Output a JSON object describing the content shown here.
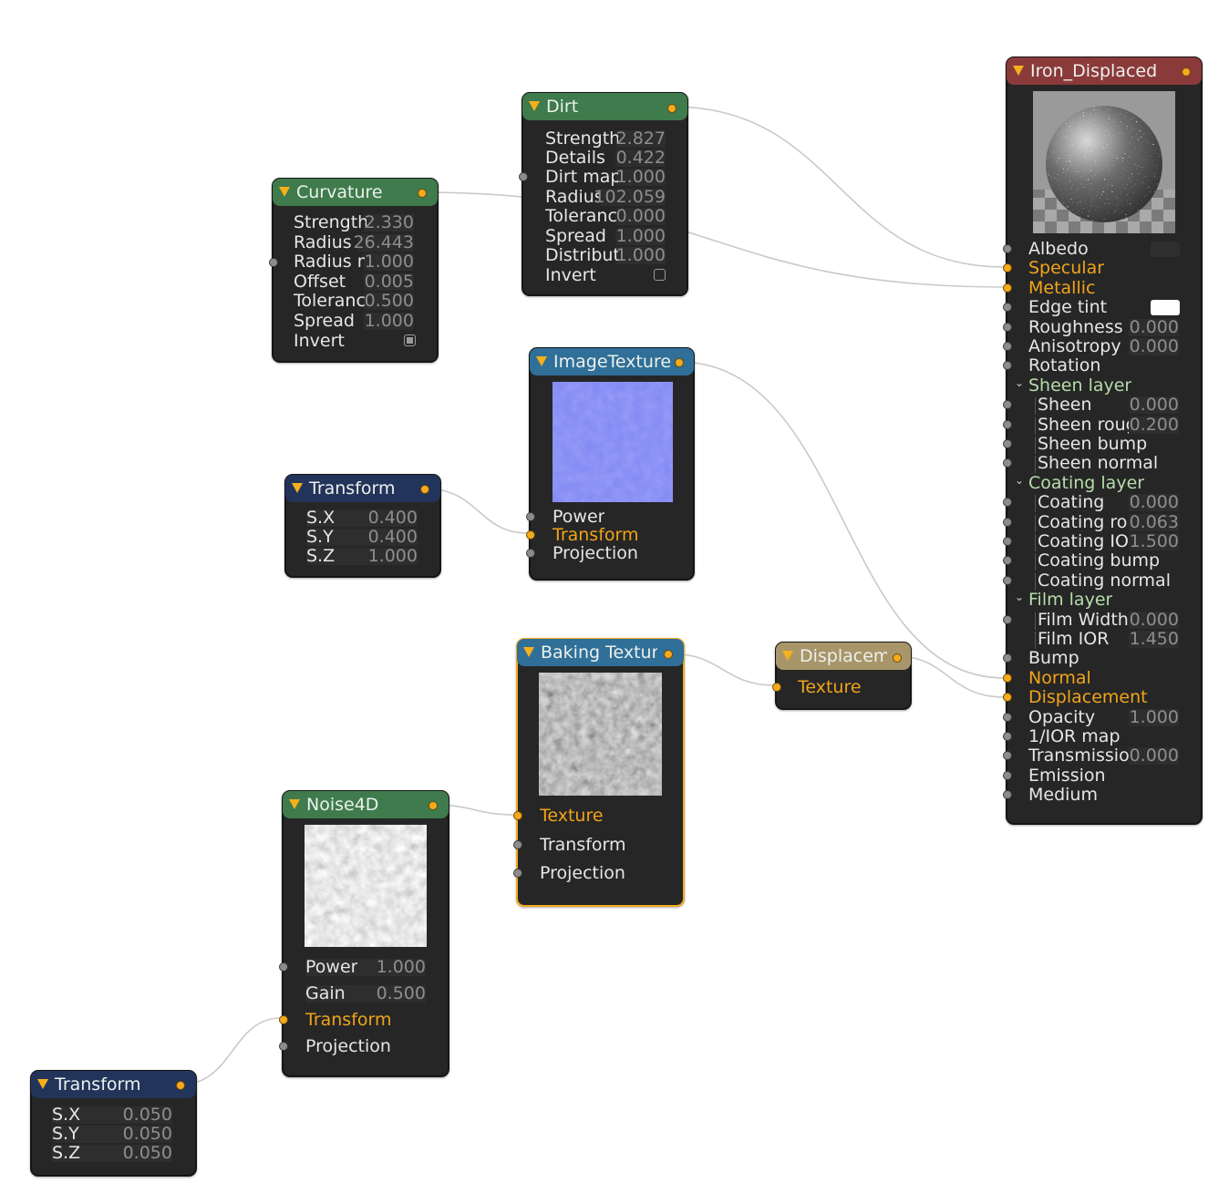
{
  "nodes": {
    "dirt": {
      "title": "Dirt",
      "params": [
        {
          "label": "Strength",
          "value": "2.827"
        },
        {
          "label": "Details",
          "value": "0.422"
        },
        {
          "label": "Dirt map",
          "value": "1.000"
        },
        {
          "label": "Radius",
          "value": "102.059"
        },
        {
          "label": "Tolerance",
          "value": "0.000"
        },
        {
          "label": "Spread",
          "value": "1.000"
        },
        {
          "label": "Distribut",
          "value": "1.000"
        },
        {
          "label": "Invert",
          "value": ""
        }
      ]
    },
    "curvature": {
      "title": "Curvature",
      "params": [
        {
          "label": "Strength",
          "value": "2.330"
        },
        {
          "label": "Radius",
          "value": "26.443"
        },
        {
          "label": "Radius m",
          "value": "1.000"
        },
        {
          "label": "Offset",
          "value": "0.005"
        },
        {
          "label": "Tolerance",
          "value": "0.500"
        },
        {
          "label": "Spread",
          "value": "1.000"
        },
        {
          "label": "Invert",
          "value": ""
        }
      ]
    },
    "image_texture": {
      "title": "ImageTexture",
      "inputs": [
        "Power",
        "Transform",
        "Projection"
      ]
    },
    "transform1": {
      "title": "Transform",
      "params": [
        {
          "label": "S.X",
          "value": "0.400"
        },
        {
          "label": "S.Y",
          "value": "0.400"
        },
        {
          "label": "S.Z",
          "value": "1.000"
        }
      ]
    },
    "baking_texture": {
      "title": "Baking Texture",
      "inputs": [
        "Texture",
        "Transform",
        "Projection"
      ]
    },
    "displacement": {
      "title": "Displacement",
      "inputs": [
        "Texture"
      ]
    },
    "noise4d": {
      "title": "Noise4D",
      "params": [
        {
          "label": "Power",
          "value": "1.000"
        },
        {
          "label": "Gain",
          "value": "0.500"
        }
      ],
      "inputs": [
        "Transform",
        "Projection"
      ]
    },
    "transform2": {
      "title": "Transform",
      "params": [
        {
          "label": "S.X",
          "value": "0.050"
        },
        {
          "label": "S.Y",
          "value": "0.050"
        },
        {
          "label": "S.Z",
          "value": "0.050"
        }
      ]
    },
    "material": {
      "title": "Iron_Displaced",
      "rows": [
        {
          "label": "Albedo",
          "value": ""
        },
        {
          "label": "Specular",
          "value": ""
        },
        {
          "label": "Metallic",
          "value": ""
        },
        {
          "label": "Edge tint",
          "value": ""
        },
        {
          "label": "Roughness",
          "value": "0.000"
        },
        {
          "label": "Anisotropy",
          "value": "0.000"
        },
        {
          "label": "Rotation",
          "value": ""
        },
        {
          "label": "Sheen layer",
          "value": ""
        },
        {
          "label": "Sheen",
          "value": "0.000"
        },
        {
          "label": "Sheen roughness",
          "value": "0.200"
        },
        {
          "label": "Sheen bump",
          "value": ""
        },
        {
          "label": "Sheen normal",
          "value": ""
        },
        {
          "label": "Coating layer",
          "value": ""
        },
        {
          "label": "Coating",
          "value": "0.000"
        },
        {
          "label": "Coating roughness",
          "value": "0.063"
        },
        {
          "label": "Coating IOR",
          "value": "1.500"
        },
        {
          "label": "Coating bump",
          "value": ""
        },
        {
          "label": "Coating normal",
          "value": ""
        },
        {
          "label": "Film layer",
          "value": ""
        },
        {
          "label": "Film Width",
          "value": "0.000"
        },
        {
          "label": "Film IOR",
          "value": "1.450"
        },
        {
          "label": "Bump",
          "value": ""
        },
        {
          "label": "Normal",
          "value": ""
        },
        {
          "label": "Displacement",
          "value": ""
        },
        {
          "label": "Opacity",
          "value": "1.000"
        },
        {
          "label": "1/IOR map",
          "value": ""
        },
        {
          "label": "Transmission",
          "value": "0.000"
        },
        {
          "label": "Emission",
          "value": ""
        },
        {
          "label": "Medium",
          "value": ""
        }
      ]
    }
  },
  "colors": {
    "connected": "#f0a41a",
    "group": "#b6ddaa",
    "header_green": "#3f7b4c",
    "header_blue": "#2f6f98",
    "header_navy": "#23345a",
    "header_red": "#8b3a3a",
    "header_tan": "#a8966a",
    "selected_outline": "#f2a91b"
  }
}
